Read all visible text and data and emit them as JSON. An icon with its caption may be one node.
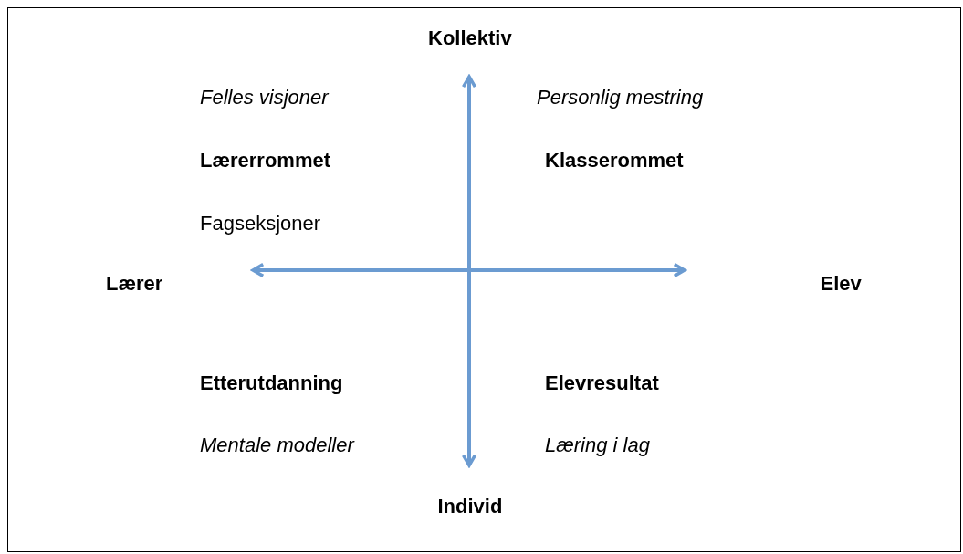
{
  "diagram": {
    "labels": [
      "Kollektiv",
      "Felles visjoner",
      "Personlig mestring",
      "Lærerrommet",
      "Klasserommet",
      "Fagseksjoner",
      "Lærer",
      "Elev",
      "Etterutdanning",
      "Elevresultat",
      "Mentale modeller",
      "Læring i lag",
      "Individ"
    ]
  }
}
